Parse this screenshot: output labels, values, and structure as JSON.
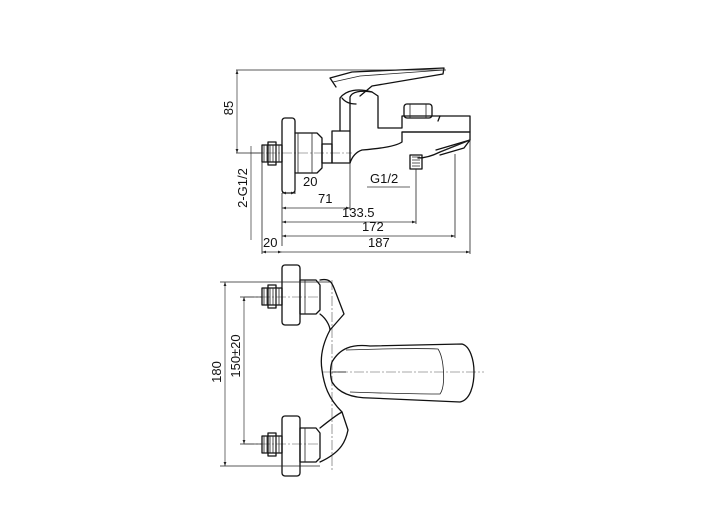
{
  "side_view": {
    "dimensions": {
      "height_85": "85",
      "inlet_thread": "2-G1/2",
      "len_20": "20",
      "len_71": "71",
      "outlet_thread": "G1/2",
      "len_133_5": "133.5",
      "len_172": "172",
      "wall_20": "20",
      "len_187": "187"
    }
  },
  "top_view": {
    "dimensions": {
      "height_180": "180",
      "spacing_150": "150±20"
    }
  }
}
